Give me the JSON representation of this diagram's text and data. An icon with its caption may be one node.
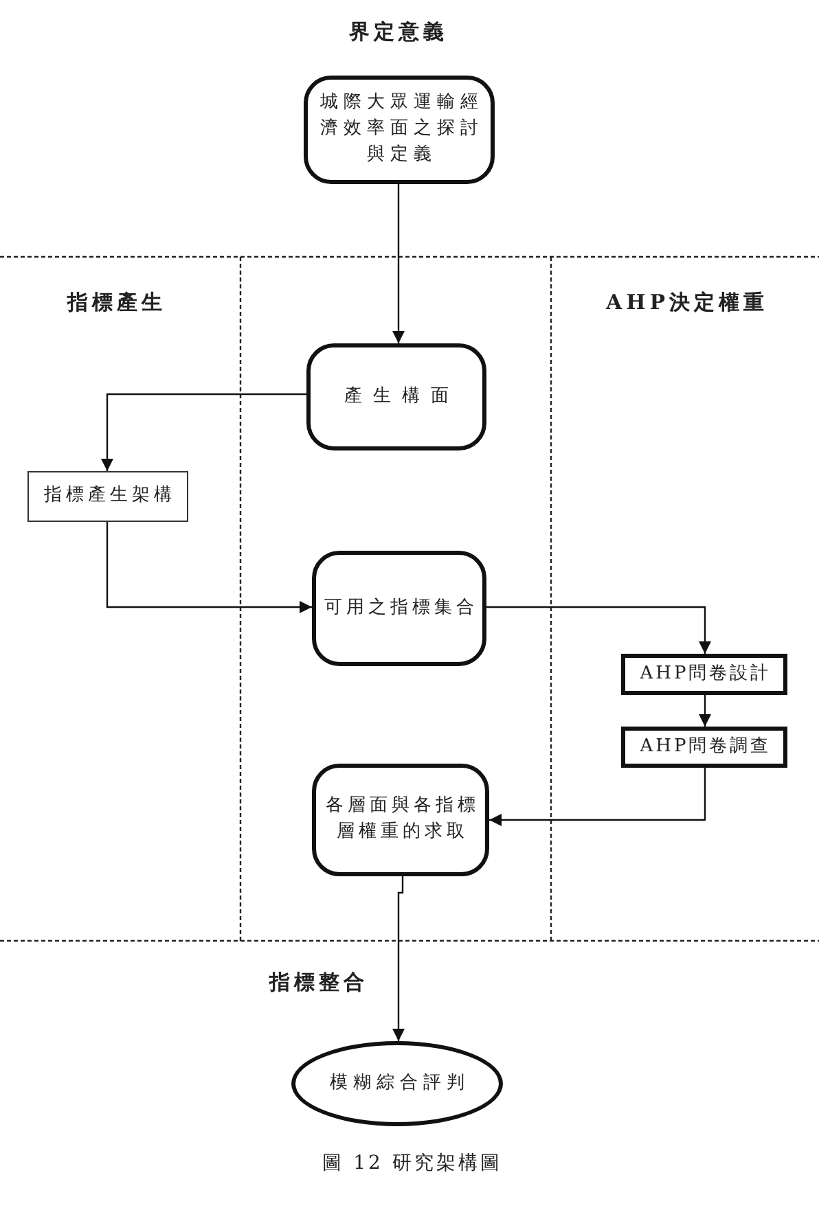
{
  "diagram": {
    "caption": "圖 12 研究架構圖",
    "nodes": [
      {
        "text": [
          "城際大眾運輸經濟效率面之探討與定義"
        ]
      },
      {
        "text": [
          "產生構面"
        ]
      },
      {
        "text": [
          "指標產生架構"
        ]
      },
      {
        "text": [
          "可用之指標集合"
        ]
      },
      {
        "text": [
          "AHP問卷設計"
        ]
      },
      {
        "text": [
          "AHP問卷調查"
        ]
      },
      {
        "text": [
          "各層面與各指標層權重的求取"
        ]
      },
      {
        "text": [
          "模糊綜合評判"
        ]
      }
    ],
    "edges": [
      {
        "from": 0,
        "to": 1,
        "arrow": "to"
      },
      {
        "from": 1,
        "to": 2,
        "arrow": "to"
      },
      {
        "from": 2,
        "to": 3,
        "arrow": "to"
      },
      {
        "from": 3,
        "to": 4,
        "arrow": "to"
      },
      {
        "from": 4,
        "to": 5,
        "arrow": "to"
      },
      {
        "from": 5,
        "to": 6,
        "arrow": "to"
      },
      {
        "from": 6,
        "to": 7,
        "arrow": "to"
      }
    ],
    "labels": [
      "界定意義",
      "指標產生",
      "AHP決定權重",
      "指標整合"
    ]
  }
}
